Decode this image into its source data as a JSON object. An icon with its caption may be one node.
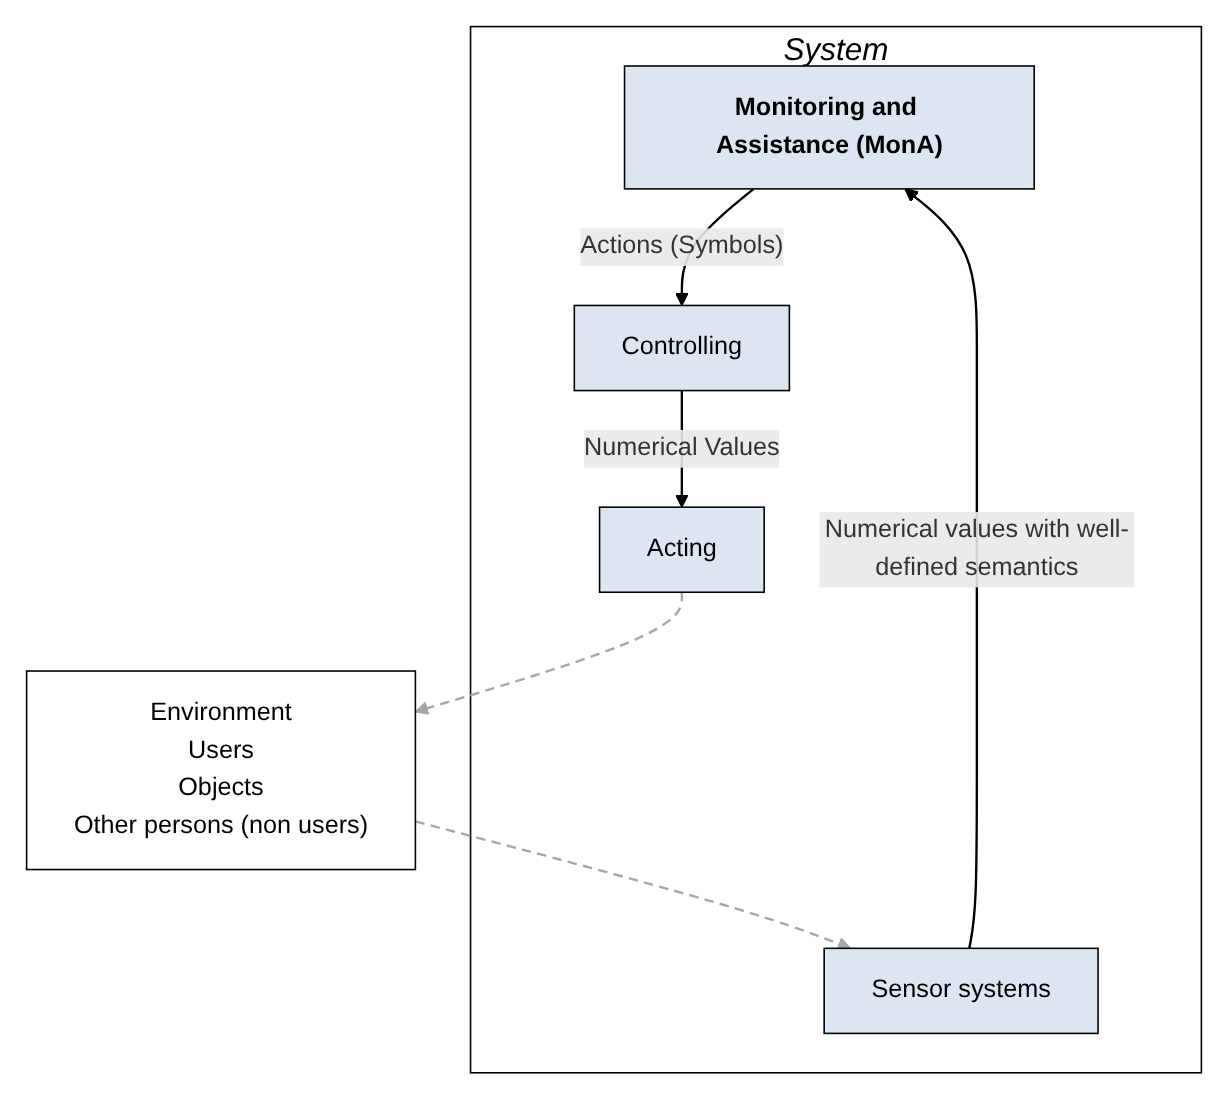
{
  "diagram": {
    "nodes": [
      {
        "text": [
          "System"
        ]
      },
      {
        "text": [
          "Monitoring and Assistance (MonA)"
        ],
        "in": 0
      },
      {
        "text": [
          "Controlling"
        ],
        "in": 0
      },
      {
        "text": [
          "Sensor systems"
        ],
        "in": 0
      },
      {
        "text": [
          "Acting"
        ],
        "in": 0
      },
      {
        "text": [
          "Environment",
          "Users",
          "Objects",
          "Other persons (non users)"
        ]
      }
    ],
    "edges": [
      {
        "from": 1,
        "to": 2,
        "arrow": "to",
        "label": "Actions (Symbols)"
      },
      {
        "from": 2,
        "to": 4,
        "arrow": "to",
        "label": "Numerical Values"
      },
      {
        "from": 3,
        "to": 1,
        "arrow": "to",
        "label": "Numerical values with well-defined semantics"
      },
      {
        "from": 5,
        "to": 3,
        "arrow": "to",
        "style": "dashed",
        "color": "#a6a6a6"
      },
      {
        "from": 4,
        "to": 5,
        "arrow": "to",
        "style": "dashed",
        "color": "#a6a6a6"
      }
    ]
  }
}
